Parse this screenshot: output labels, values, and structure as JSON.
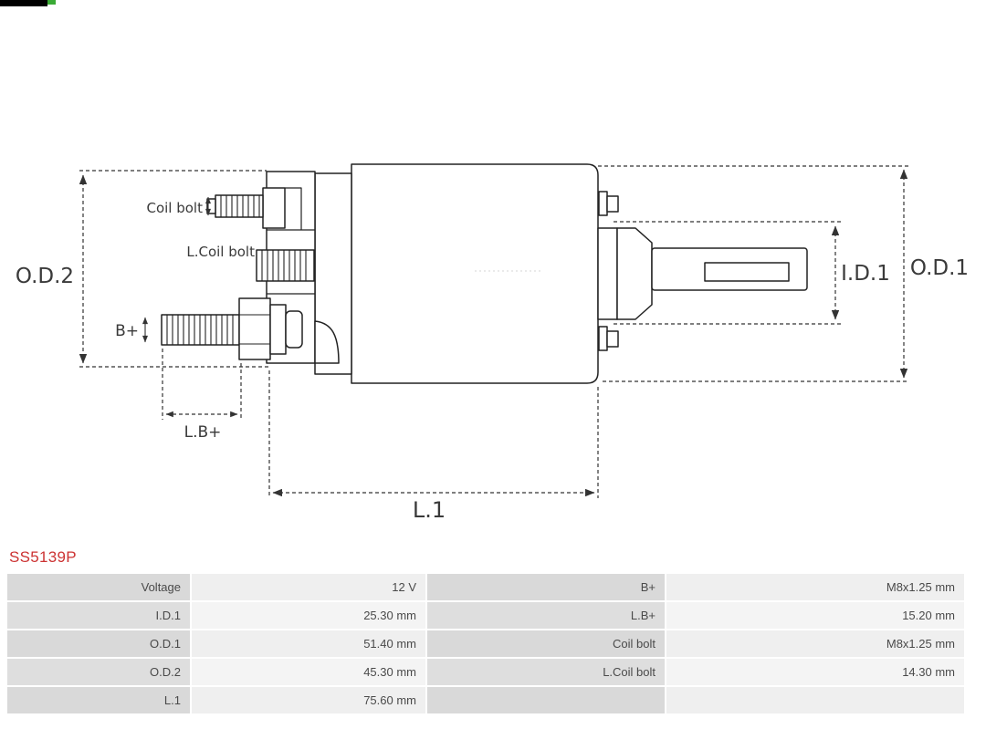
{
  "logo": {
    "bar_color": "#000000",
    "accent_color": "#3aaa35"
  },
  "part_number": "SS5139P",
  "part_number_color": "#cc3333",
  "diagram": {
    "labels": {
      "od2": "O.D.2",
      "od1": "O.D.1",
      "id1": "I.D.1",
      "l1": "L.1",
      "lb_plus": "L.B+",
      "b_plus": "B+",
      "coil_bolt": "Coil bolt",
      "l_coil_bolt": "L.Coil bolt"
    }
  },
  "spec_table": {
    "label_bg": "#d9d9d9",
    "value_bg": "#efefef",
    "rows": [
      {
        "c1": "Voltage",
        "c2": "12 V",
        "c3": "B+",
        "c4": "M8x1.25 mm"
      },
      {
        "c1": "I.D.1",
        "c2": "25.30 mm",
        "c3": "L.B+",
        "c4": "15.20 mm"
      },
      {
        "c1": "O.D.1",
        "c2": "51.40 mm",
        "c3": "Coil bolt",
        "c4": "M8x1.25 mm"
      },
      {
        "c1": "O.D.2",
        "c2": "45.30 mm",
        "c3": "L.Coil bolt",
        "c4": "14.30 mm"
      },
      {
        "c1": "L.1",
        "c2": "75.60 mm",
        "c3": "",
        "c4": ""
      }
    ]
  }
}
